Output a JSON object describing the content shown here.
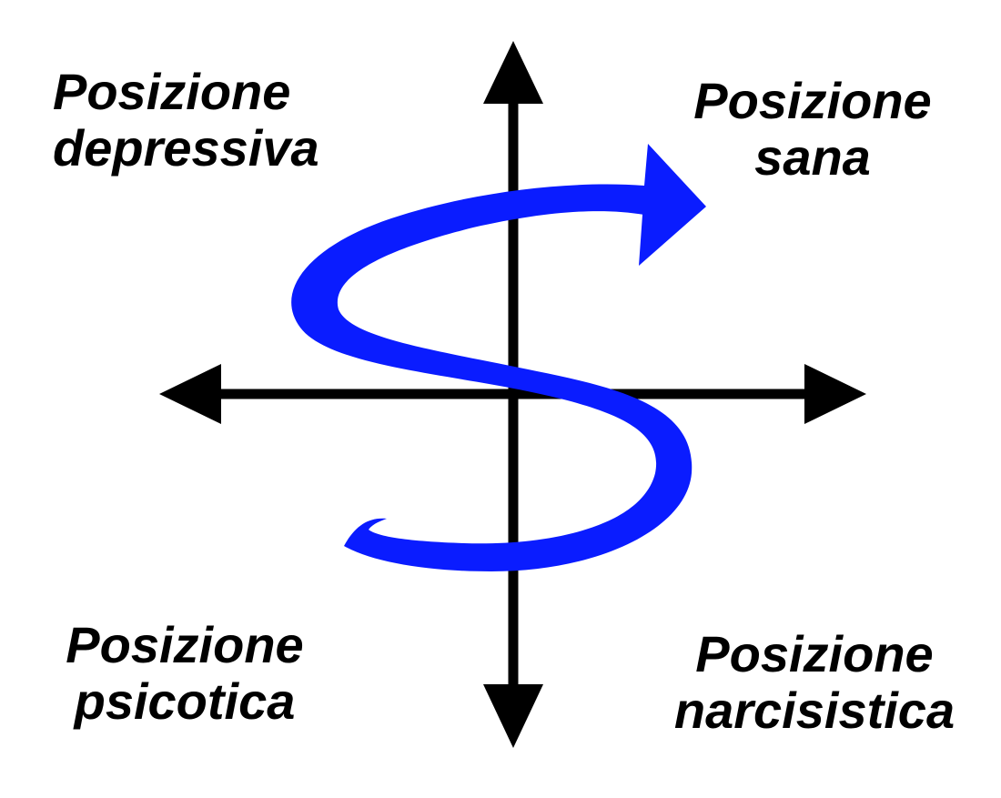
{
  "quadrants": {
    "top_left": {
      "line1": "Posizione",
      "line2": "depressiva"
    },
    "top_right": {
      "line1": "Posizione",
      "line2": "sana"
    },
    "bottom_left": {
      "line1": "Posizione",
      "line2": "psicotica"
    },
    "bottom_right": {
      "line1": "Posizione",
      "line2": "narcisistica"
    }
  },
  "colors": {
    "axis": "#000000",
    "curve": "#0a1cff",
    "text": "#000000"
  },
  "icons": {
    "axes": "four-way-arrow-cross",
    "curve": "s-shaped-arrow"
  }
}
